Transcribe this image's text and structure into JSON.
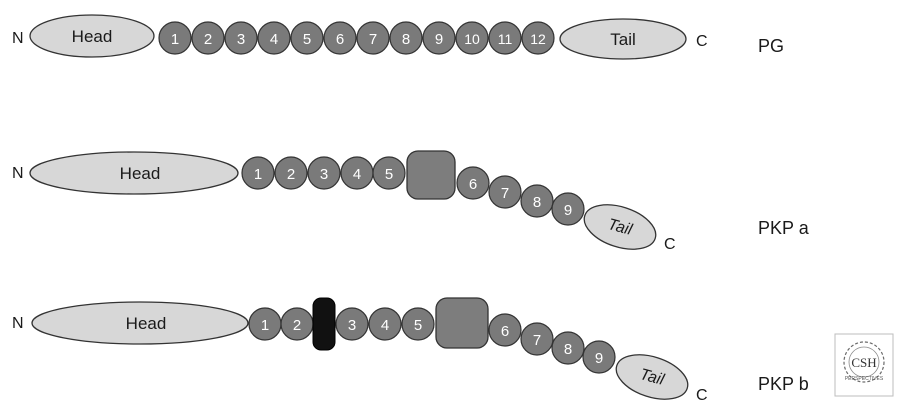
{
  "rows": [
    {
      "name": "PG",
      "n_terminus": "N",
      "c_terminus": "C",
      "head_label": "Head",
      "tail_label": "Tail",
      "segments": [
        {
          "kind": "repeat",
          "label": "1"
        },
        {
          "kind": "repeat",
          "label": "2"
        },
        {
          "kind": "repeat",
          "label": "3"
        },
        {
          "kind": "repeat",
          "label": "4"
        },
        {
          "kind": "repeat",
          "label": "5"
        },
        {
          "kind": "repeat",
          "label": "6"
        },
        {
          "kind": "repeat",
          "label": "7"
        },
        {
          "kind": "repeat",
          "label": "8"
        },
        {
          "kind": "repeat",
          "label": "9"
        },
        {
          "kind": "repeat",
          "label": "10"
        },
        {
          "kind": "repeat",
          "label": "11"
        },
        {
          "kind": "repeat",
          "label": "12"
        }
      ]
    },
    {
      "name": "PKP a",
      "n_terminus": "N",
      "c_terminus": "C",
      "head_label": "Head",
      "tail_label": "Tail",
      "segments": [
        {
          "kind": "repeat",
          "label": "1"
        },
        {
          "kind": "repeat",
          "label": "2"
        },
        {
          "kind": "repeat",
          "label": "3"
        },
        {
          "kind": "repeat",
          "label": "4"
        },
        {
          "kind": "repeat",
          "label": "5"
        },
        {
          "kind": "insert",
          "label": ""
        },
        {
          "kind": "repeat",
          "label": "6"
        },
        {
          "kind": "repeat",
          "label": "7"
        },
        {
          "kind": "repeat",
          "label": "8"
        },
        {
          "kind": "repeat",
          "label": "9"
        }
      ]
    },
    {
      "name": "PKP b",
      "n_terminus": "N",
      "c_terminus": "C",
      "head_label": "Head",
      "tail_label": "Tail",
      "segments": [
        {
          "kind": "repeat",
          "label": "1"
        },
        {
          "kind": "repeat",
          "label": "2"
        },
        {
          "kind": "splice_insert",
          "label": ""
        },
        {
          "kind": "repeat",
          "label": "3"
        },
        {
          "kind": "repeat",
          "label": "4"
        },
        {
          "kind": "repeat",
          "label": "5"
        },
        {
          "kind": "insert",
          "label": ""
        },
        {
          "kind": "repeat",
          "label": "6"
        },
        {
          "kind": "repeat",
          "label": "7"
        },
        {
          "kind": "repeat",
          "label": "8"
        },
        {
          "kind": "repeat",
          "label": "9"
        }
      ]
    }
  ],
  "logo": {
    "text": "CSH",
    "subtext": "PERSPECTIVES",
    "icon": "csh-perspectives-logo"
  },
  "colors": {
    "ellipse_fill": "#d7d7d7",
    "repeat_fill": "#7a7a7a",
    "insert_fill": "#7d7d7d",
    "splice_fill": "#111111",
    "stroke": "#333333"
  }
}
